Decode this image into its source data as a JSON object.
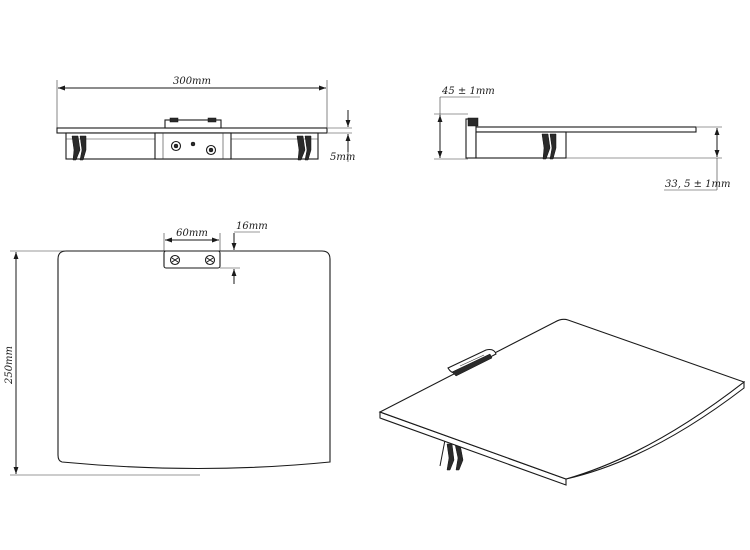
{
  "dimensions": {
    "width": "300mm",
    "thickness": "5mm",
    "height_back": "45 ± 1mm",
    "height_front": "33, 5 ± 1mm",
    "bracket_width": "60mm",
    "bracket_depth": "16mm",
    "depth": "250mm"
  },
  "colors": {
    "line": "#1a1a1a",
    "background": "#ffffff"
  }
}
